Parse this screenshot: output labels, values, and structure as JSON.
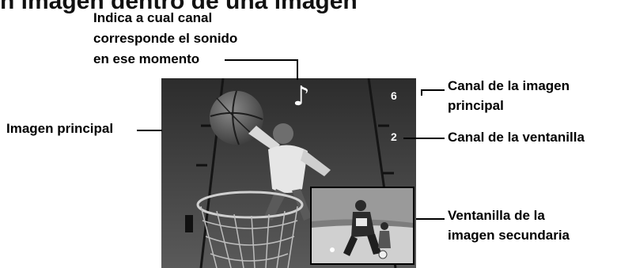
{
  "header": {
    "partial_title": "n imagen dentro de una imagen"
  },
  "callouts": {
    "sound_indicator": {
      "line1": "Indica a cual canal",
      "line2": "corresponde el sonido",
      "line3": "en ese momento"
    },
    "main_image": "Imagen principal",
    "main_channel": {
      "line1": "Canal de la imagen",
      "line2": "principal"
    },
    "window_channel": "Canal de la ventanilla",
    "secondary_window": {
      "line1": "Ventanilla de la",
      "line2": "imagen secundaria"
    }
  },
  "screen": {
    "main_channel_number": "6",
    "window_channel_number": "2",
    "audio_icon": "music-note-icon",
    "audio_glyph": "♪"
  },
  "colors": {
    "screen_background": "#3a3a3a",
    "osd_text": "#ffffff",
    "label_text": "#000000"
  }
}
